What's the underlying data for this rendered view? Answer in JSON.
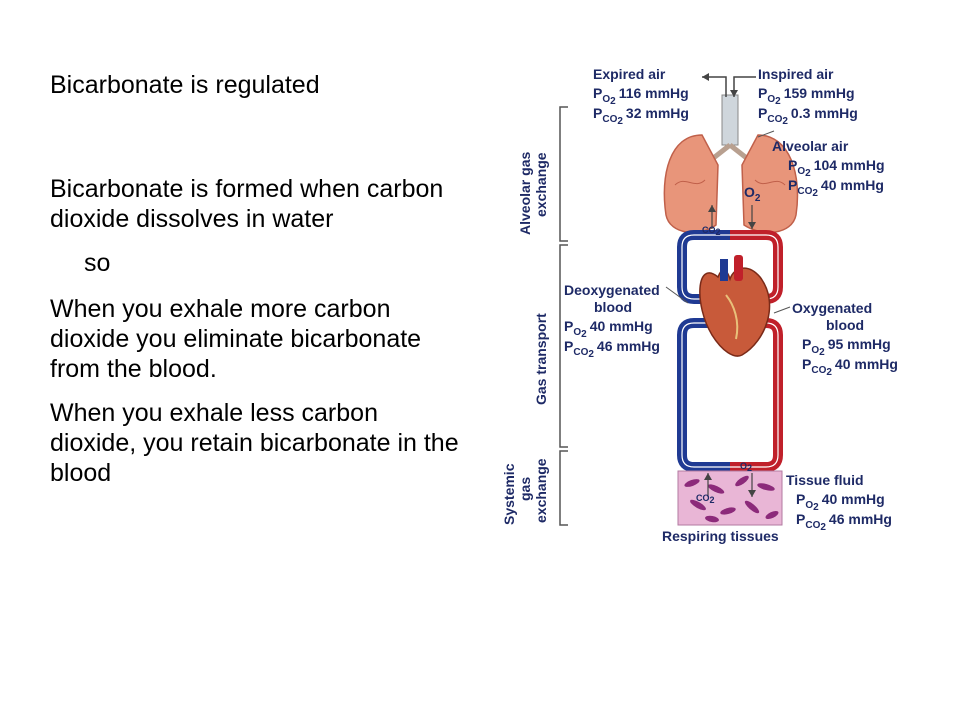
{
  "text": {
    "line1": "Bicarbonate is regulated",
    "line2": "Bicarbonate is formed when carbon dioxide dissolves in water",
    "line3": "so",
    "line4": "When you exhale more carbon dioxide you eliminate bicarbonate from the blood.",
    "line5": "When you exhale less carbon dioxide, you retain bicarbonate in the blood"
  },
  "diagram": {
    "expired_air": {
      "title": "Expired air",
      "po2": "116 mmHg",
      "pco2": "32 mmHg"
    },
    "inspired_air": {
      "title": "Inspired air",
      "po2": "159 mmHg",
      "pco2": "0.3 mmHg"
    },
    "alveolar_air": {
      "title": "Alveolar air",
      "po2": "104 mmHg",
      "pco2": "40 mmHg"
    },
    "deoxygenated": {
      "title1": "Deoxygenated",
      "title2": "blood",
      "po2": "40 mmHg",
      "pco2": "46 mmHg"
    },
    "oxygenated": {
      "title1": "Oxygenated",
      "title2": "blood",
      "po2": "95 mmHg",
      "pco2": "40 mmHg"
    },
    "tissue_fluid": {
      "title": "Tissue fluid",
      "po2": "40 mmHg",
      "pco2": "46 mmHg"
    },
    "respiring": "Respiring tissues",
    "side_labels": {
      "alveolar1": "Alveolar gas",
      "alveolar2": "exchange",
      "transport": "Gas transport",
      "systemic1": "Systemic",
      "systemic2": "gas",
      "systemic3": "exchange"
    },
    "symbols": {
      "p": "P",
      "o2": "O",
      "o2sub": "2",
      "co": "CO",
      "co2sub": "2",
      "o2_label": "O",
      "co2_label": "CO"
    },
    "colors": {
      "oxygenated": "#c0202a",
      "deoxygenated": "#1f3a93",
      "label": "#1e2a66",
      "lung": "#e8957a",
      "tissue": "#e9b6d6"
    }
  }
}
